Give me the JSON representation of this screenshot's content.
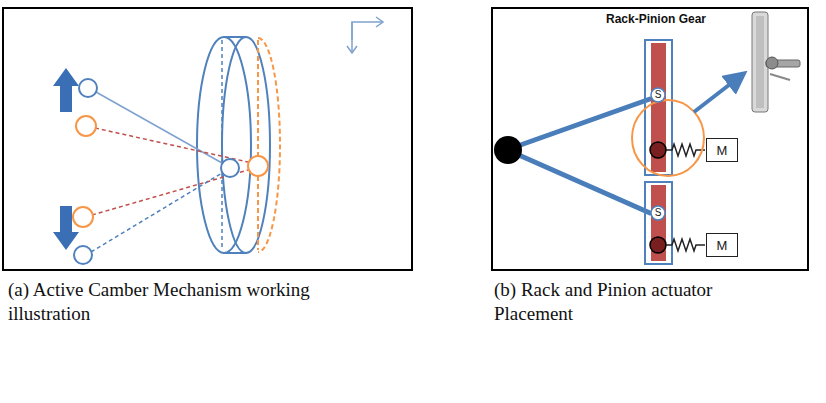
{
  "diagram": {
    "nodes": [
      {
        "text": [
          "S"
        ]
      },
      {
        "text": [
          "M"
        ]
      },
      {
        "text": [
          "S"
        ]
      },
      {
        "text": [
          "M"
        ]
      }
    ],
    "labels": [
      "Rack-Pinion Gear",
      "(a) Active Camber Mechanism working illustration",
      "(b) Rack and Pinion actuator Placement"
    ]
  }
}
